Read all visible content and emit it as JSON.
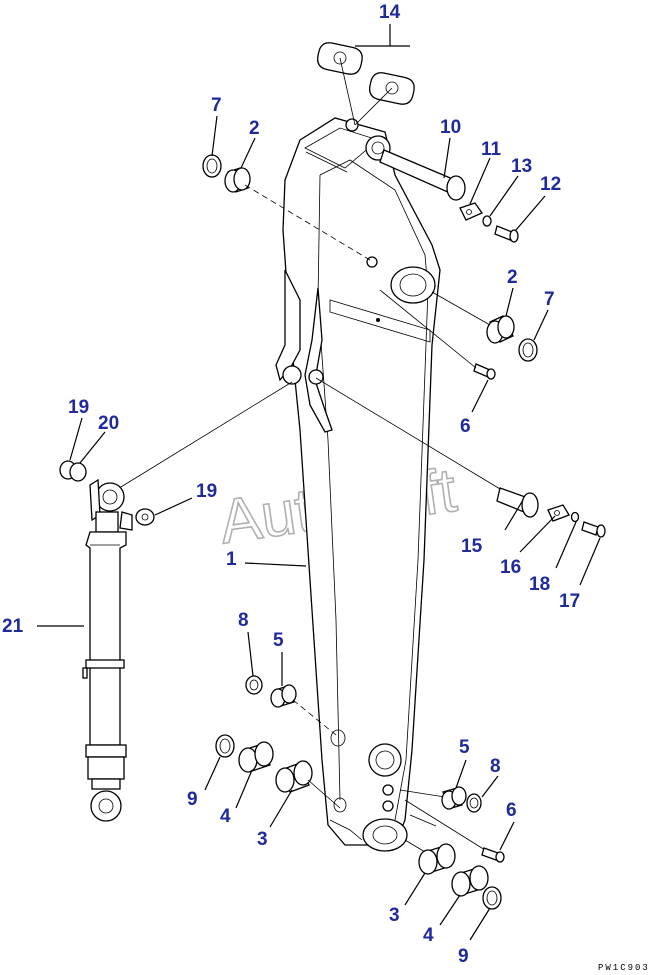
{
  "watermark": "AutoSoft",
  "drawing_code": "PW1C903",
  "callouts": {
    "c1": "1",
    "c2a": "2",
    "c2b": "2",
    "c3a": "3",
    "c3b": "3",
    "c4a": "4",
    "c4b": "4",
    "c5a": "5",
    "c5b": "5",
    "c6a": "6",
    "c6b": "6",
    "c7a": "7",
    "c7b": "7",
    "c8a": "8",
    "c8b": "8",
    "c9a": "9",
    "c9b": "9",
    "c10": "10",
    "c11": "11",
    "c12": "12",
    "c13": "13",
    "c14": "14",
    "c15": "15",
    "c16": "16",
    "c17": "17",
    "c18": "18",
    "c19a": "19",
    "c19b": "19",
    "c20": "20",
    "c21": "21"
  }
}
